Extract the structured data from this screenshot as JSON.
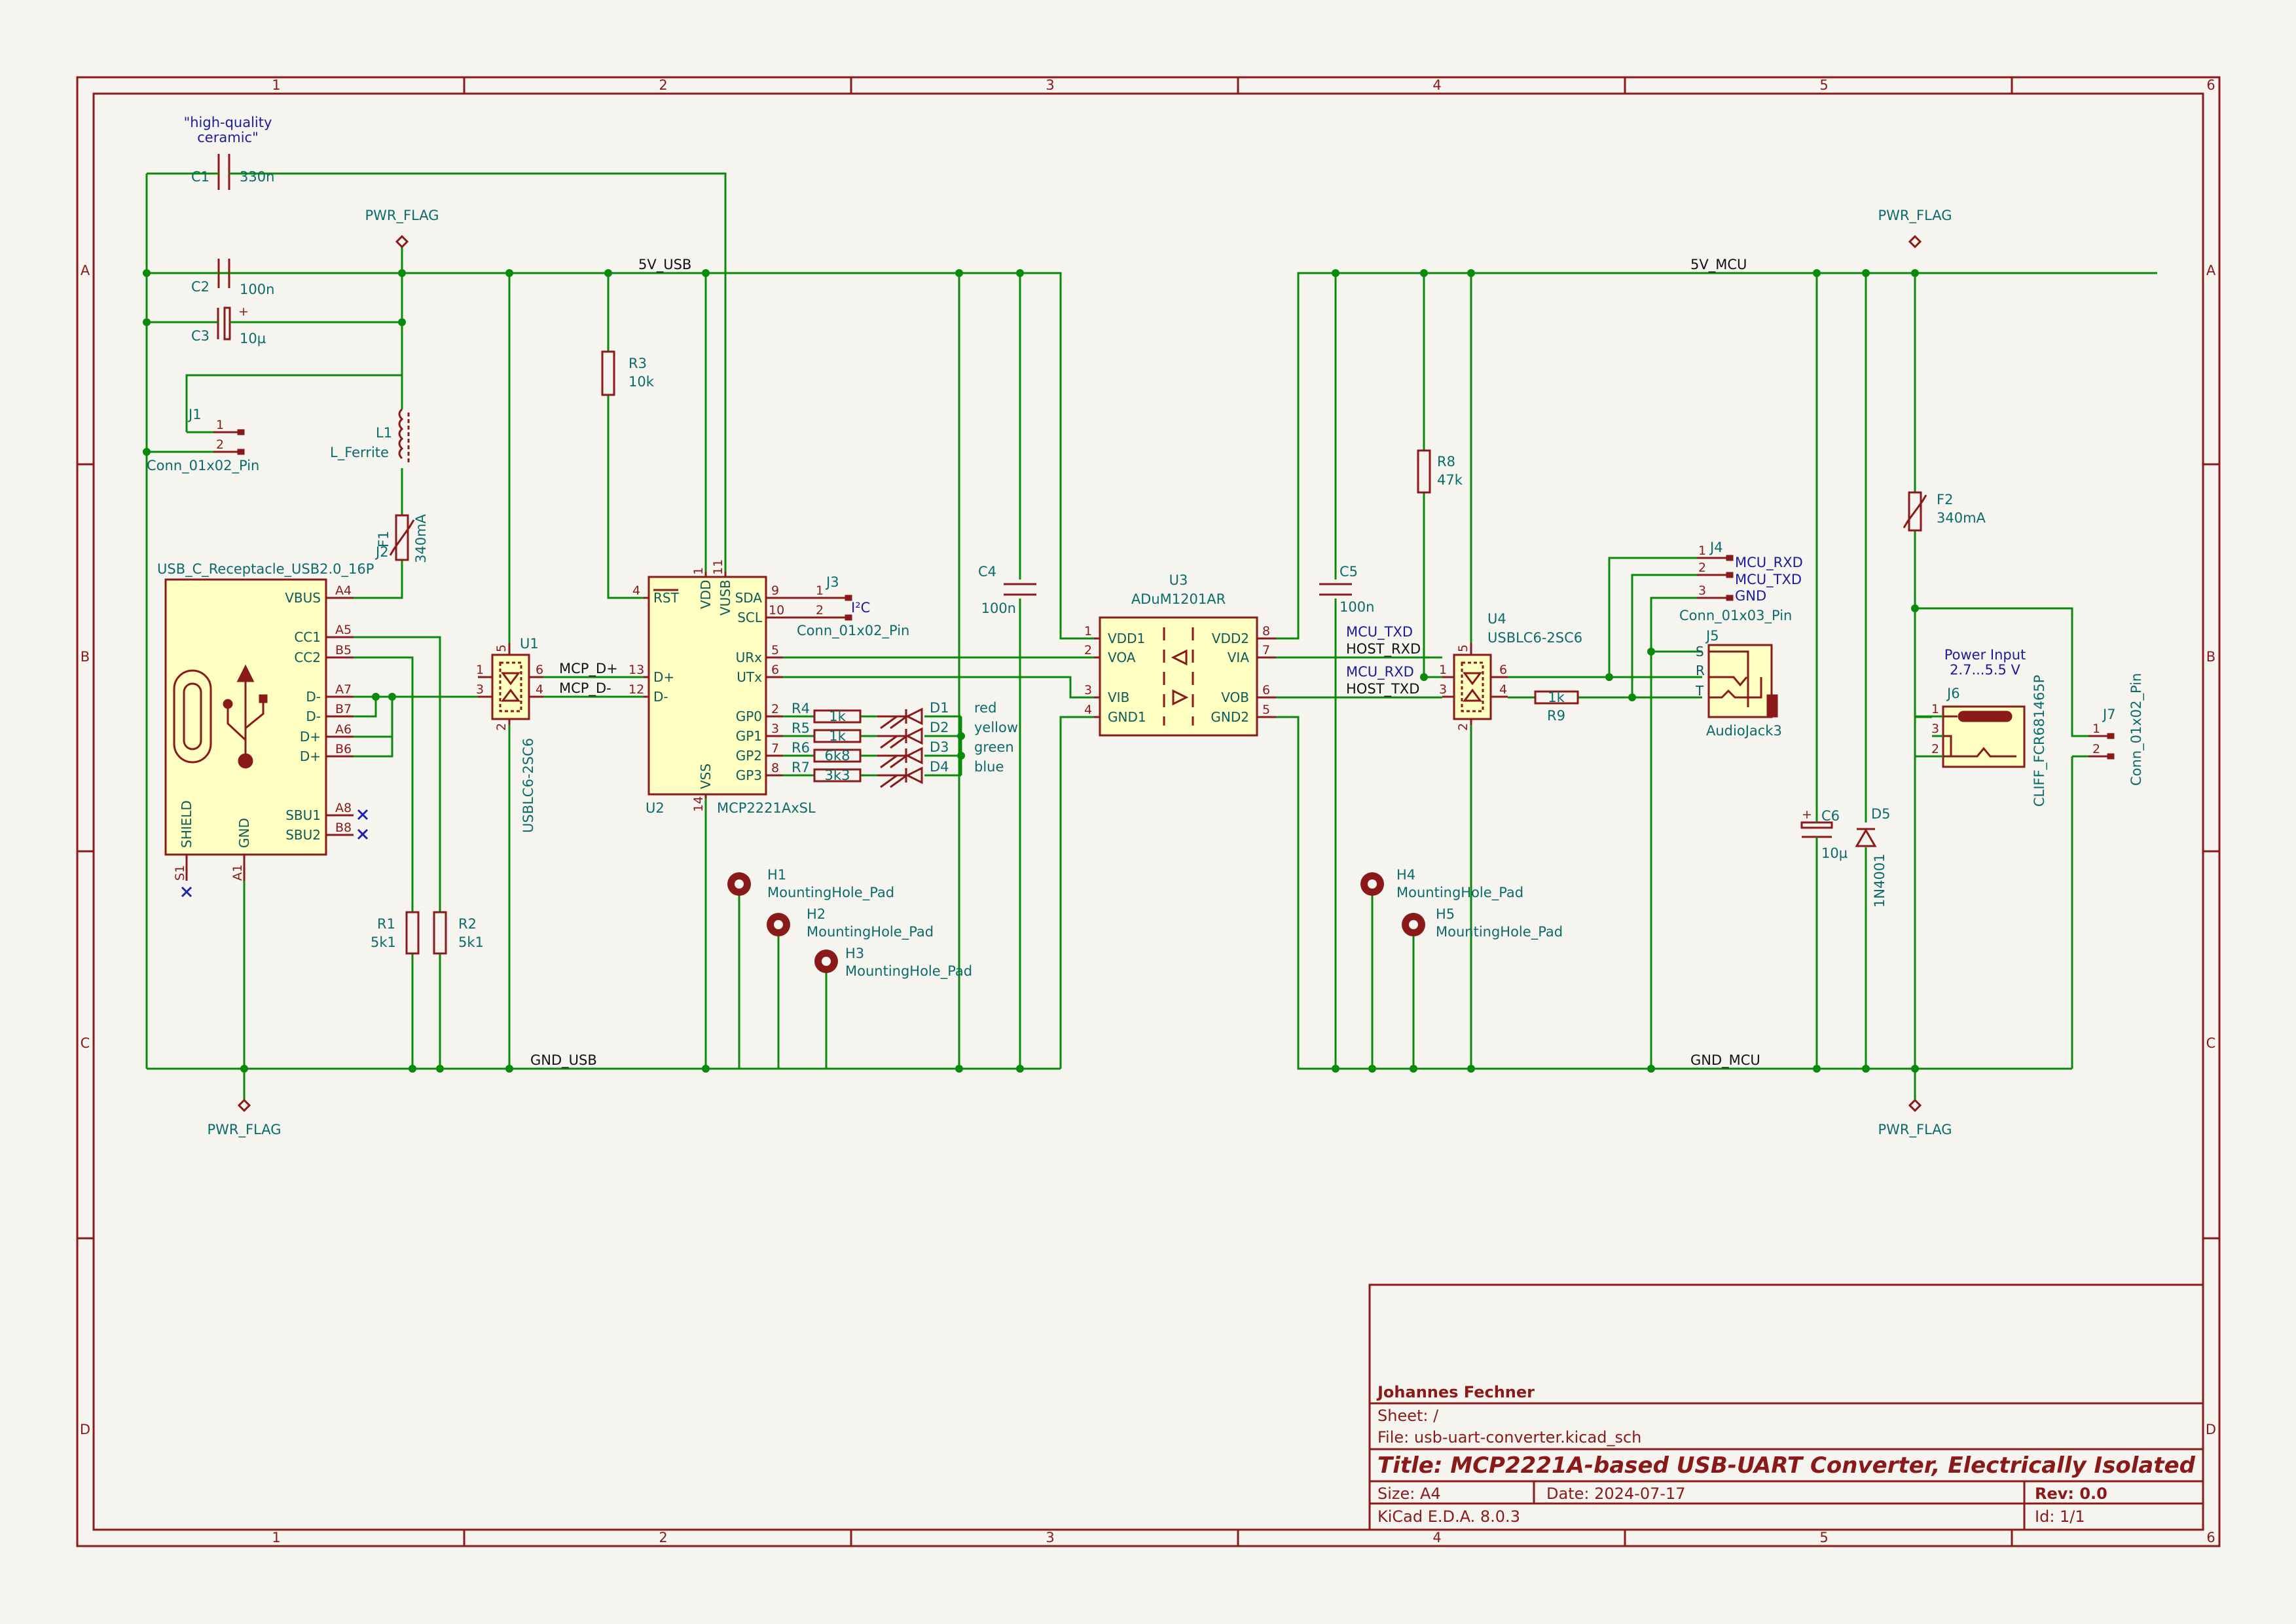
{
  "grid": {
    "columns": [
      "1",
      "2",
      "3",
      "4",
      "5",
      "6"
    ],
    "rows": [
      "A",
      "B",
      "C",
      "D"
    ]
  },
  "title_block": {
    "company": "Johannes Fechner",
    "sheet": "Sheet: /",
    "file": "File: usb-uart-converter.kicad_sch",
    "title": "Title: MCP2221A-based USB-UART Converter, Electrically Isolated",
    "size": "Size: A4",
    "date": "Date: 2024-07-17",
    "rev": "Rev: 0.0",
    "tool": "KiCad E.D.A. 8.0.3",
    "id": "Id: 1/1"
  },
  "nets": {
    "v5_usb": "5V_USB",
    "gnd_usb": "GND_USB",
    "v5_mcu": "5V_MCU",
    "gnd_mcu": "GND_MCU",
    "mcp_dp": "MCP_D+",
    "mcp_dm": "MCP_D-",
    "mcu_txd": "MCU_TXD",
    "host_rxd": "HOST_RXD",
    "mcu_rxd": "MCU_RXD",
    "host_txd": "HOST_TXD"
  },
  "notes": {
    "ceramic_1": "\"high-quality",
    "ceramic_2": "ceramic\"",
    "power_input_1": "Power Input",
    "power_input_2": "2.7...5.5 V"
  },
  "led_colors": [
    "red",
    "yellow",
    "green",
    "blue"
  ],
  "components": {
    "c1": {
      "ref": "C1",
      "value": "330n"
    },
    "c2": {
      "ref": "C2",
      "value": "100n"
    },
    "c3": {
      "ref": "C3",
      "value": "10µ"
    },
    "c4": {
      "ref": "C4",
      "value": "100n"
    },
    "c5": {
      "ref": "C5",
      "value": "100n"
    },
    "c6": {
      "ref": "C6",
      "value": "10µ"
    },
    "j1": {
      "ref": "J1",
      "value": "Conn_01x02_Pin"
    },
    "j2": {
      "ref": "J2",
      "value": "USB_C_Receptacle_USB2.0_16P"
    },
    "j3": {
      "ref": "J3",
      "value": "Conn_01x02_Pin",
      "label": "I²C"
    },
    "j4": {
      "ref": "J4",
      "value": "Conn_01x03_Pin"
    },
    "j5": {
      "ref": "J5",
      "value": "AudioJack3"
    },
    "j6": {
      "ref": "J6",
      "value": "CLIFF_FCR681465P"
    },
    "j7": {
      "ref": "J7",
      "value": "Conn_01x02_Pin"
    },
    "l1": {
      "ref": "L1",
      "value": "L_Ferrite"
    },
    "f1": {
      "ref": "F1",
      "value": "340mA"
    },
    "f2": {
      "ref": "F2",
      "value": "340mA"
    },
    "r1": {
      "ref": "R1",
      "value": "5k1"
    },
    "r2": {
      "ref": "R2",
      "value": "5k1"
    },
    "r3": {
      "ref": "R3",
      "value": "10k"
    },
    "r4": {
      "ref": "R4",
      "value": "1k"
    },
    "r5": {
      "ref": "R5",
      "value": "1k"
    },
    "r6": {
      "ref": "R6",
      "value": "6k8"
    },
    "r7": {
      "ref": "R7",
      "value": "3k3"
    },
    "r8": {
      "ref": "R8",
      "value": "47k"
    },
    "r9": {
      "ref": "R9",
      "value": "1k"
    },
    "d1": {
      "ref": "D1"
    },
    "d2": {
      "ref": "D2"
    },
    "d3": {
      "ref": "D3"
    },
    "d4": {
      "ref": "D4"
    },
    "d5": {
      "ref": "D5",
      "value": "1N4001"
    },
    "u1": {
      "ref": "U1",
      "value": "USBLC6-2SC6"
    },
    "u2": {
      "ref": "U2",
      "value": "MCP2221AxSL"
    },
    "u3": {
      "ref": "U3",
      "value": "ADuM1201AR"
    },
    "u4": {
      "ref": "U4",
      "value": "USBLC6-2SC6"
    },
    "h1": {
      "ref": "H1",
      "value": "MountingHole_Pad"
    },
    "h2": {
      "ref": "H2",
      "value": "MountingHole_Pad"
    },
    "h3": {
      "ref": "H3",
      "value": "MountingHole_Pad"
    },
    "h4": {
      "ref": "H4",
      "value": "MountingHole_Pad"
    },
    "h5": {
      "ref": "H5",
      "value": "MountingHole_Pad"
    },
    "pwr_flag": {
      "value": "PWR_FLAG"
    }
  },
  "pins": {
    "usbc": {
      "vbus": "VBUS",
      "cc1": "CC1",
      "cc2": "CC2",
      "dm1": "D-",
      "dm2": "D-",
      "dp1": "D+",
      "dp2": "D+",
      "sbu1": "SBU1",
      "sbu2": "SBU2",
      "shield": "SHIELD",
      "gnd": "GND",
      "a4": "A4",
      "a5": "A5",
      "b5": "B5",
      "a7": "A7",
      "b7": "B7",
      "a6": "A6",
      "b6": "B6",
      "a8": "A8",
      "b8": "B8",
      "s1": "S1",
      "a1": "A1"
    },
    "mcp": {
      "rst": "RST",
      "vdd": "VDD",
      "vusb": "VUSB",
      "sda": "SDA",
      "scl": "SCL",
      "dp": "D+",
      "dm": "D-",
      "urx": "URx",
      "utx": "UTx",
      "gp0": "GP0",
      "gp1": "GP1",
      "gp2": "GP2",
      "gp3": "GP3",
      "vss": "VSS",
      "n4": "4",
      "n1": "1",
      "n11": "11",
      "n9": "9",
      "n10": "10",
      "n13": "13",
      "n12": "12",
      "n5": "5",
      "n6": "6",
      "n2": "2",
      "n3": "3",
      "n7": "7",
      "n8": "8",
      "n14": "14"
    },
    "adum": {
      "vdd1": "VDD1",
      "voa": "VOA",
      "vib": "VIB",
      "gnd1": "GND1",
      "vdd2": "VDD2",
      "via": "VIA",
      "vob": "VOB",
      "gnd2": "GND2",
      "n1": "1",
      "n2": "2",
      "n3": "3",
      "n4": "4",
      "n8": "8",
      "n7": "7",
      "n6": "6",
      "n5": "5"
    },
    "tvs": {
      "n1": "1",
      "n3": "3",
      "n6": "6",
      "n4": "4",
      "n5": "5",
      "n2": "2"
    },
    "conn": {
      "n1": "1",
      "n2": "2",
      "n3": "3"
    },
    "jack": {
      "s": "S",
      "r": "R",
      "t": "T"
    },
    "j4": {
      "rxd": "MCU_RXD",
      "txd": "MCU_TXD",
      "gnd": "GND"
    }
  }
}
